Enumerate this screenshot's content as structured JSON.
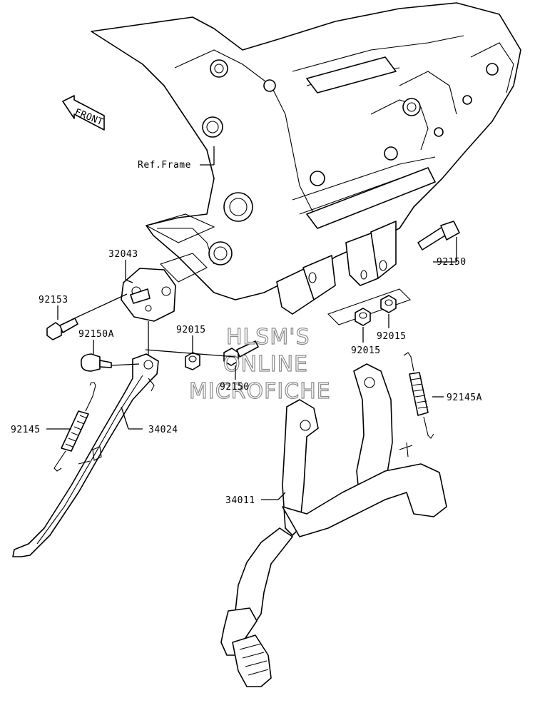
{
  "orientation": {
    "text": "FRONT",
    "icon": "front-arrow-icon"
  },
  "ref_label": "Ref.Frame",
  "watermark": [
    "HLSM'S",
    "ONLINE",
    "MICROFICHE"
  ],
  "callouts": [
    {
      "id": "32043",
      "text": "32043"
    },
    {
      "id": "92153",
      "text": "92153"
    },
    {
      "id": "92150A",
      "text": "92150A"
    },
    {
      "id": "92015-left",
      "text": "92015"
    },
    {
      "id": "92145",
      "text": "92145"
    },
    {
      "id": "34024",
      "text": "34024"
    },
    {
      "id": "92150-right",
      "text": "92150"
    },
    {
      "id": "92015-right",
      "text": "92015"
    },
    {
      "id": "92015-center",
      "text": "92015"
    },
    {
      "id": "92150-center",
      "text": "92150"
    },
    {
      "id": "92145A",
      "text": "92145A"
    },
    {
      "id": "34011",
      "text": "34011"
    }
  ]
}
